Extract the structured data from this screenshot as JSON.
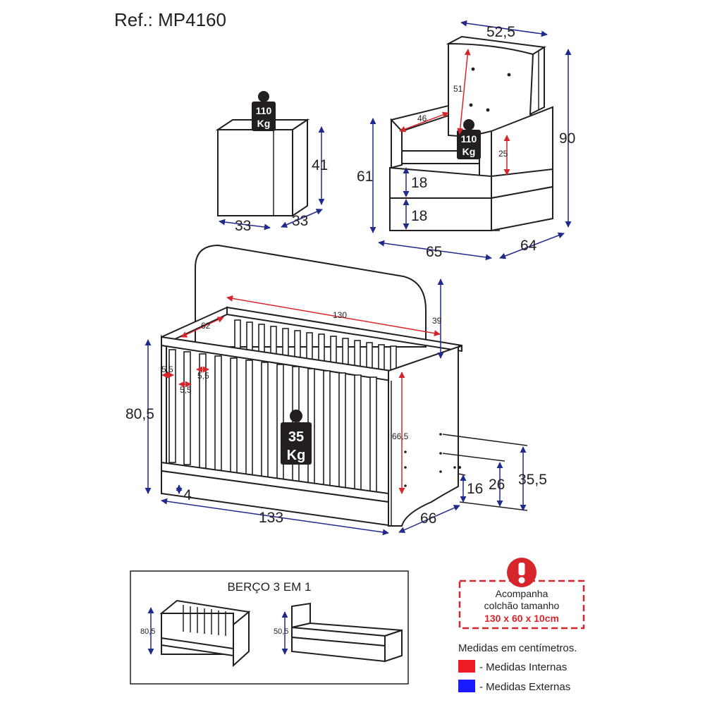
{
  "header": {
    "reference": "Ref.: MP4160"
  },
  "nightstand": {
    "height": "41",
    "width": "33",
    "depth": "33",
    "weight_top": "110",
    "weight_unit": "Kg"
  },
  "armchair": {
    "width_top": "52,5",
    "back_height": "51",
    "seat_depth": "46",
    "arm_height": "25",
    "total_height": "90",
    "arm_total_height": "61",
    "drawer_1": "18",
    "drawer_2": "18",
    "width": "65",
    "depth": "64",
    "weight_top": "110",
    "weight_unit": "Kg"
  },
  "crib": {
    "headboard_height": "39",
    "mattress_length": "130",
    "mattress_width": "62",
    "slat_gap_1": "5,5",
    "slat_gap_2": "5,5",
    "slat_gap_3": "5,5",
    "total_height": "80,5",
    "inner_height": "66,5",
    "base_clearance": "4",
    "length": "133",
    "depth": "66",
    "height_low": "16",
    "height_mid": "26",
    "height_high": "35,5",
    "weight_top": "35",
    "weight_unit": "Kg"
  },
  "modes": {
    "title": "BERÇO 3 EM 1",
    "crib_height": "80,5",
    "bed_height": "50,5"
  },
  "notice": {
    "line1": "Acompanha",
    "line2": "colchão tamanho",
    "line3": "130 x 60 x 10cm",
    "icon": "exclamation-icon",
    "color": "#d7262b"
  },
  "legend": {
    "title": "Medidas em centímetros.",
    "internal_label": "- Medidas Internas",
    "internal_color": "#ed1c24",
    "external_label": "- Medidas Externas",
    "external_color": "#1a1aff"
  }
}
